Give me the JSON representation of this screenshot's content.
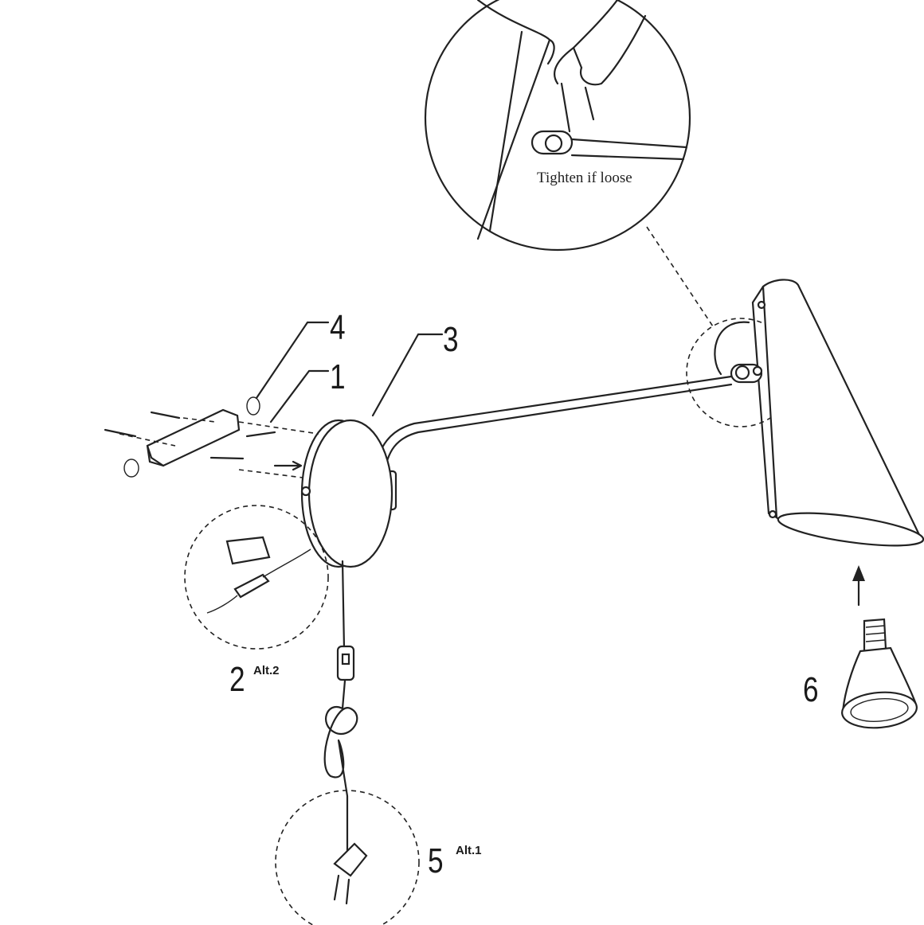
{
  "detail_note": "Tighten if loose",
  "parts": [
    {
      "number": "4"
    },
    {
      "number": "1"
    },
    {
      "number": "3"
    },
    {
      "number": "2",
      "alt": "Alt.2"
    },
    {
      "number": "5",
      "alt": "Alt.1"
    },
    {
      "number": "6"
    }
  ]
}
